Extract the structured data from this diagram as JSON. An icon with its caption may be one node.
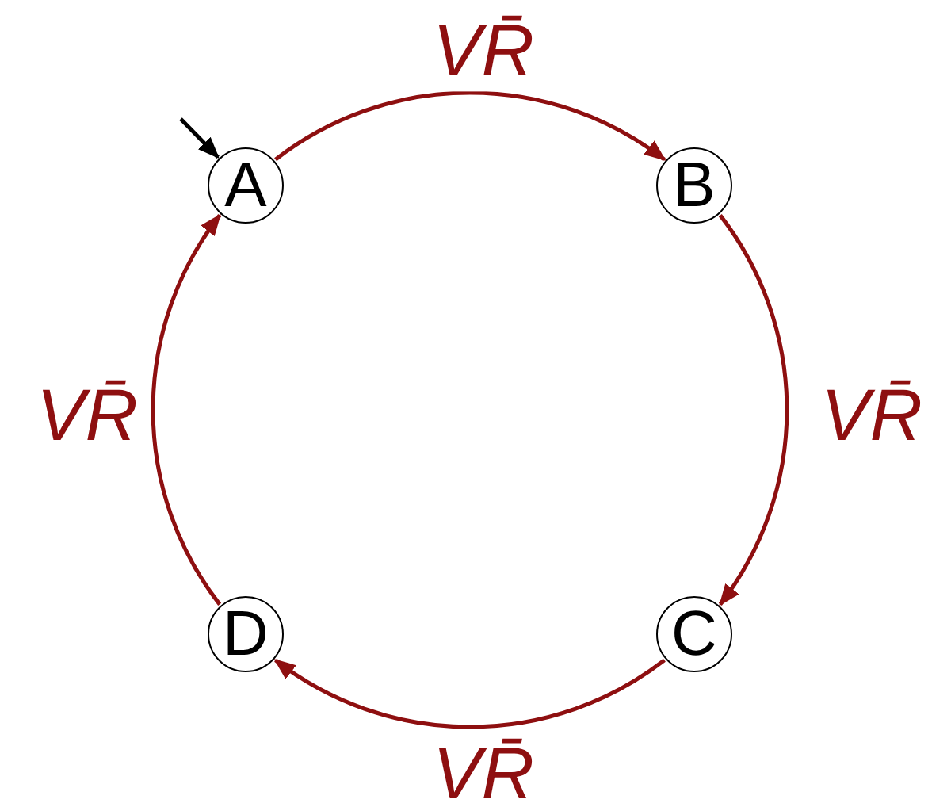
{
  "diagram": {
    "nodes": [
      {
        "text": [
          "A"
        ]
      },
      {
        "text": [
          "B"
        ]
      },
      {
        "text": [
          "C"
        ]
      },
      {
        "text": [
          "D"
        ]
      }
    ],
    "edges": [
      {
        "from": 0,
        "to": 1,
        "arrow": "to",
        "label": "VR̄"
      },
      {
        "from": 1,
        "to": 2,
        "arrow": "to",
        "label": "VR̄"
      },
      {
        "from": 2,
        "to": 3,
        "arrow": "to",
        "label": "VR̄"
      },
      {
        "from": 3,
        "to": 0,
        "arrow": "to",
        "label": "VR̄"
      },
      {
        "from": null,
        "to": 0,
        "arrow": "to",
        "color": "#000000"
      }
    ]
  }
}
